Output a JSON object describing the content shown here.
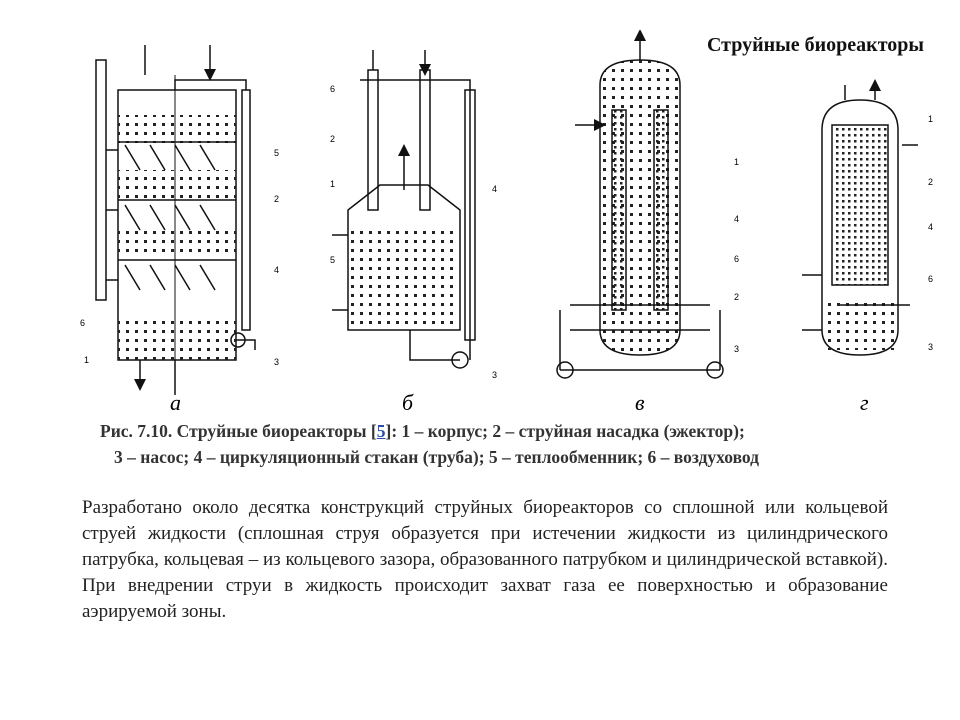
{
  "title": "Струйные биореакторы",
  "panels": {
    "a": "а",
    "b": "б",
    "v": "в",
    "g": "г"
  },
  "caption": {
    "prefix": "Рис. 7.10.  Струйные биореакторы [",
    "ref": "5",
    "line1_rest": "]:  1 – корпус;  2 – струйная насадка  (эжектор);",
    "line2": "3 – насос; 4 – циркуляционный стакан (труба); 5 – теплообменник; 6 – воздуховод"
  },
  "labels": {
    "a": [
      "5",
      "2",
      "4",
      "6",
      "1",
      "3"
    ],
    "b": [
      "6",
      "2",
      "1",
      "5",
      "4",
      "3"
    ],
    "v": [
      "1",
      "4",
      "6",
      "2",
      "3"
    ],
    "g": [
      "1",
      "2",
      "4",
      "6",
      "3"
    ]
  },
  "body": "Разработано около десятка конструкций струйных биореакторов со сплошной или кольцевой струей жидкости (сплошная струя образуется при истечении жидкости из цилиндрического патрубка, кольцевая – из кольцевого зазора, образованного патрубком и цилиндрической вставкой). При внедрении струи в жидкость происходит захват газа ее поверхностью и образование аэрируемой зоны."
}
